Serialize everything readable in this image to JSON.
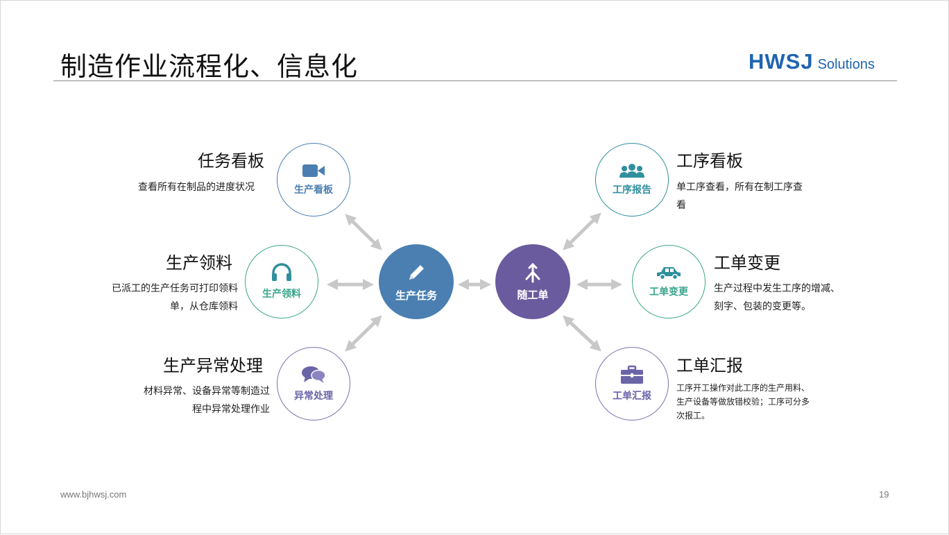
{
  "title": "制造作业流程化、信息化",
  "logo": {
    "brand": "HWSJ",
    "suffix": "Solutions"
  },
  "footer": {
    "url": "www.bjhwsj.com",
    "page": "19"
  },
  "colors": {
    "blue": "#4b7fb1",
    "teal": "#2f8f9d",
    "green": "#3aa58c",
    "purple": "#6a64a8",
    "hub_purple": "#6a5a9e",
    "arrow": "#c8c8c8"
  },
  "hubs": {
    "left": {
      "label": "生产任务",
      "icon": "pencil-icon"
    },
    "right": {
      "label": "随工单",
      "icon": "split-arrows-icon"
    }
  },
  "left_items": [
    {
      "circle_label": "生产看板",
      "icon": "video-camera-icon",
      "heading": "任务看板",
      "desc": "查看所有在制品的进度状况"
    },
    {
      "circle_label": "生产领料",
      "icon": "headset-icon",
      "heading": "生产领料",
      "desc_lines": [
        "已派工的生产任务可打印领料",
        "单，从仓库领料"
      ]
    },
    {
      "circle_label": "异常处理",
      "icon": "chat-bubbles-icon",
      "heading": "生产异常处理",
      "desc_lines": [
        "材料异常、设备异常等制造过",
        "程中异常处理作业"
      ]
    }
  ],
  "right_items": [
    {
      "circle_label": "工序报告",
      "icon": "team-icon",
      "heading": "工序看板",
      "desc_lines": [
        "单工序查看，所有在制工序查",
        "看"
      ]
    },
    {
      "circle_label": "工单变更",
      "icon": "car-icon",
      "heading": "工单变更",
      "desc_lines": [
        "生产过程中发生工序的增减、",
        "刻字、包装的变更等。"
      ]
    },
    {
      "circle_label": "工单汇报",
      "icon": "briefcase-icon",
      "heading": "工单汇报",
      "desc_lines": [
        "工序开工操作对此工序的生产用料、",
        "生产设备等做放错校验；工序可分多",
        "次报工。"
      ]
    }
  ]
}
